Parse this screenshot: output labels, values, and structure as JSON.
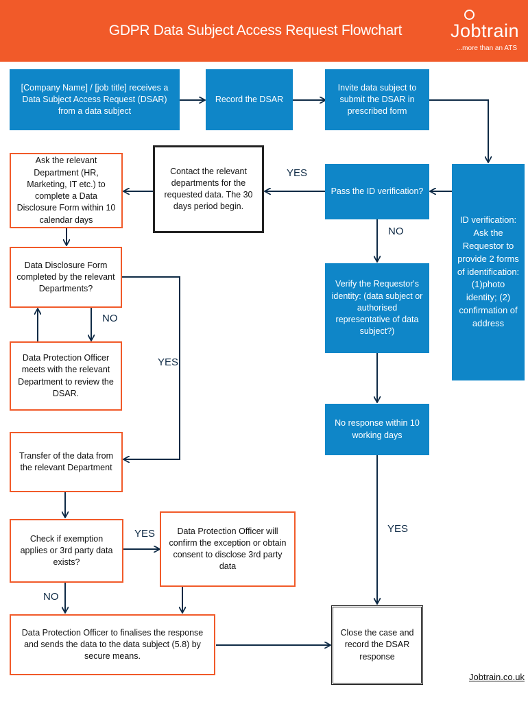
{
  "header": {
    "title": "GDPR Data Subject Access Request Flowchart",
    "logo_text": "Jobtrain",
    "logo_tagline": "...more than an ATS",
    "background": "#f15a29"
  },
  "colors": {
    "blue": "#0f86c8",
    "orange": "#f15a29",
    "arrow": "#0e2a45"
  },
  "nodes": {
    "receive": "[Company Name] / [job title] receives a Data Subject Access Request (DSAR) from a data subject",
    "record": "Record the DSAR",
    "invite": "Invite data subject to submit the DSAR in prescribed form",
    "id_verification": "ID verification: Ask the Requestor to provide 2 forms of identification: (1)photo identity; (2) confirmation of address",
    "pass_id": "Pass the ID verification?",
    "contact": "Contact the relevant departments for the requested data. The 30 days period begin.",
    "ask_department": "Ask the relevant Department (HR, Marketing, IT etc.) to complete a Data Disclosure Form within 10 calendar days",
    "form_completed": "Data Disclosure Form completed by the relevant Departments?",
    "dpo_meets": "Data Protection Officer meets with the relevant Department to review the DSAR.",
    "transfer": "Transfer of the data from the relevant Department",
    "check_exemption": "Check if exemption applies or 3rd party data exists?",
    "dpo_confirm": "Data Protection Officer will confirm the exception or obtain consent to disclose 3rd party data",
    "dpo_finalise": "Data Protection Officer to finalises the response and sends the data to the data subject (5.8) by secure means.",
    "verify_identity": "Verify the Requestor's identity: (data subject or authorised representative of data subject?)",
    "no_response": "No response within 10 working days",
    "close": "Close the case and record the DSAR response"
  },
  "labels": {
    "yes_pass": "YES",
    "no_pass": "NO",
    "no_form": "NO",
    "yes_form": "YES",
    "yes_exemption": "YES",
    "no_exemption": "NO",
    "yes_close": "YES"
  },
  "footer": {
    "link": "Jobtrain.co.uk"
  }
}
